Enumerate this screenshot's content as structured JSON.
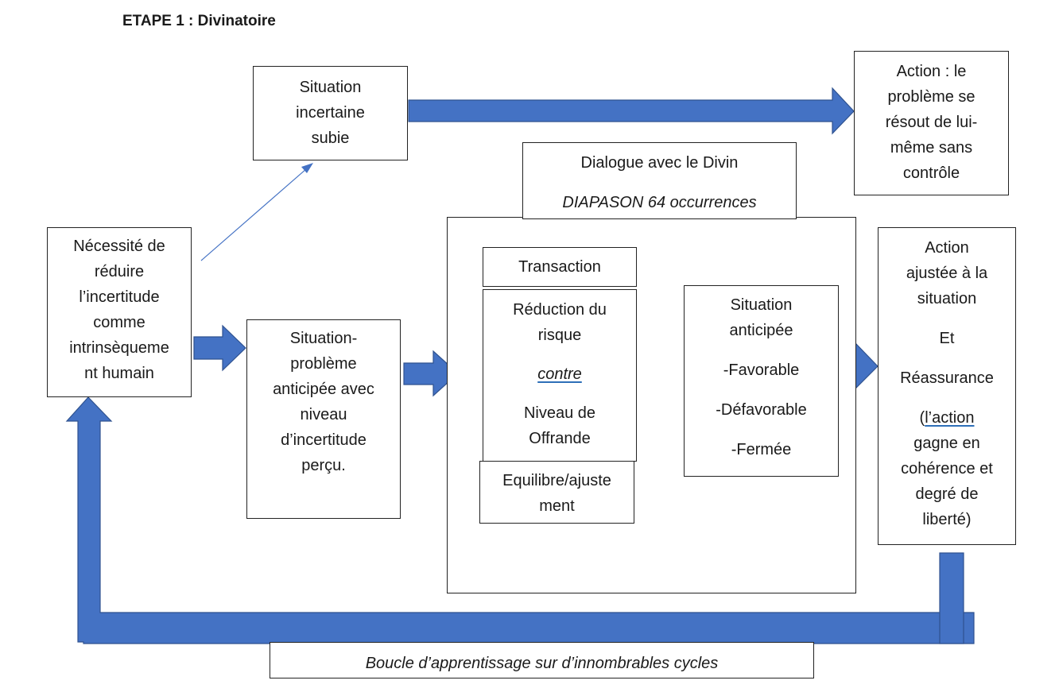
{
  "header": {
    "title": "ETAPE 1 : Divinatoire"
  },
  "colors": {
    "arrow_fill": "#4472C4",
    "arrow_stroke": "#2F528F",
    "thin_arrow": "#4472C4",
    "border": "#222222"
  },
  "nodes": {
    "situation_incertaine": {
      "lines": [
        "Situation",
        "incertaine",
        "subie"
      ]
    },
    "action_resout": {
      "lines": [
        "Action : le",
        "problème se",
        "résout de lui-",
        "même sans",
        "contrôle"
      ]
    },
    "dialogue": {
      "line1": "Dialogue avec le Divin",
      "line2": "DIAPASON 64 occurrences"
    },
    "necessite": {
      "lines": [
        "Nécessité de",
        "réduire",
        "l’incertitude",
        "comme",
        "intrinsèqueme",
        "nt humain"
      ]
    },
    "situation_probleme": {
      "lines": [
        "Situation-",
        "problème",
        "anticipée avec",
        "niveau",
        "d’incertitude",
        "perçu."
      ]
    },
    "transaction": {
      "label": "Transaction"
    },
    "reduction": {
      "line1": "Réduction du",
      "line2": "risque",
      "line3": "contre",
      "line4": "Niveau de",
      "line5": "Offrande"
    },
    "equilibre": {
      "lines": [
        "Equilibre/ajuste",
        "ment"
      ]
    },
    "situation_anticipee": {
      "line1": "Situation",
      "line2": "anticipée",
      "opt1": "-Favorable",
      "opt2": "-Défavorable",
      "opt3": "-Fermée"
    },
    "action_ajustee": {
      "line1": "Action",
      "line2": "ajustée à la",
      "line3": "situation",
      "line4": "Et",
      "line5": "Réassurance",
      "line6a": "(",
      "line6b": "l’action",
      "line7": "gagne en",
      "line8": "cohérence et",
      "line9": "degré de",
      "line10": "liberté)"
    },
    "boucle": {
      "label": "Boucle d’apprentissage sur d’innombrables cycles"
    }
  }
}
